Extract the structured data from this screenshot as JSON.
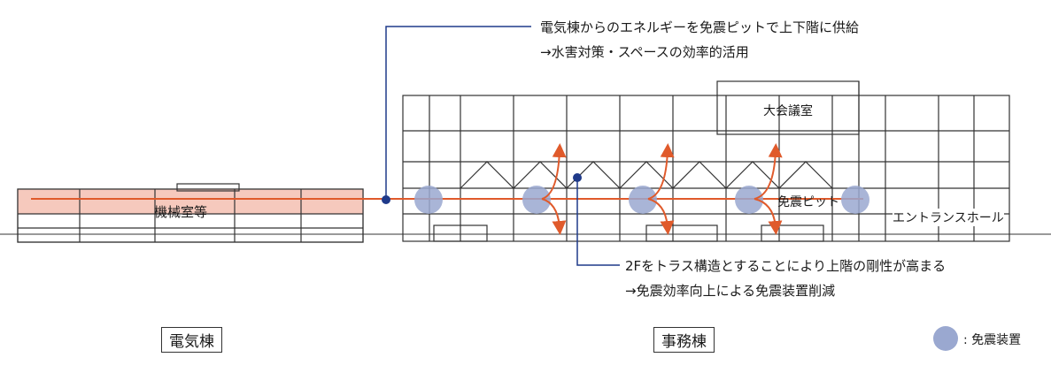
{
  "annotations": {
    "top_line1": "電気棟からのエネルギーを免震ピットで上下階に供給",
    "top_line2": "→水害対策・スペースの効率的活用",
    "bottom_line1": "2Fをトラス構造とすることにより上階の剛性が高まる",
    "bottom_line2": "→免震効率向上による免震装置削減"
  },
  "labels": {
    "machine_room": "機械室等",
    "conference_room": "大会議室",
    "seismic_pit": "免震ピット",
    "entrance_hall": "エントランスホール",
    "electric_building": "電気棟",
    "office_building": "事務棟"
  },
  "legend": {
    "isolator_label": ": 免震装置"
  },
  "colors": {
    "energy_line": "#e05a2b",
    "energy_band": "#f6c9bd",
    "isolator": "#9aa8d0",
    "leader": "#1f3a8a",
    "structure": "#333333"
  }
}
